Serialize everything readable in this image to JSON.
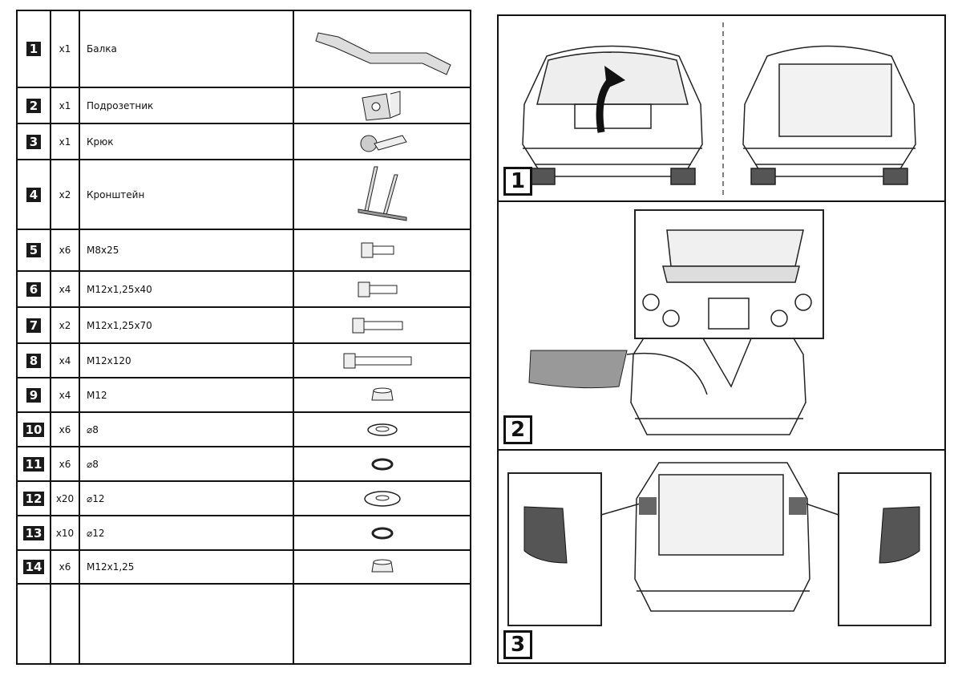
{
  "parts": [
    {
      "num": "1",
      "qty": "x1",
      "name": "Балка",
      "icon": "beam"
    },
    {
      "num": "2",
      "qty": "x1",
      "name": "Подрозетник",
      "icon": "socket-plate"
    },
    {
      "num": "3",
      "qty": "x1",
      "name": "Крюк",
      "icon": "tow-ball"
    },
    {
      "num": "4",
      "qty": "x2",
      "name": "Кронштейн",
      "icon": "bracket"
    },
    {
      "num": "5",
      "qty": "x6",
      "name": "M8x25",
      "icon": "bolt"
    },
    {
      "num": "6",
      "qty": "x4",
      "name": "M12x1,25x40",
      "icon": "bolt"
    },
    {
      "num": "7",
      "qty": "x2",
      "name": "M12x1,25x70",
      "icon": "bolt"
    },
    {
      "num": "8",
      "qty": "x4",
      "name": "M12x120",
      "icon": "bolt"
    },
    {
      "num": "9",
      "qty": "x4",
      "name": "M12",
      "icon": "nut"
    },
    {
      "num": "10",
      "qty": "x6",
      "name": "⌀8",
      "icon": "washer"
    },
    {
      "num": "11",
      "qty": "x6",
      "name": "⌀8",
      "icon": "spring-washer"
    },
    {
      "num": "12",
      "qty": "x20",
      "name": "⌀12",
      "icon": "washer"
    },
    {
      "num": "13",
      "qty": "x10",
      "name": "⌀12",
      "icon": "spring-washer"
    },
    {
      "num": "14",
      "qty": "x6",
      "name": "M12x1,25",
      "icon": "nut"
    }
  ],
  "steps": [
    {
      "num": "1"
    },
    {
      "num": "2"
    },
    {
      "num": "3"
    }
  ]
}
